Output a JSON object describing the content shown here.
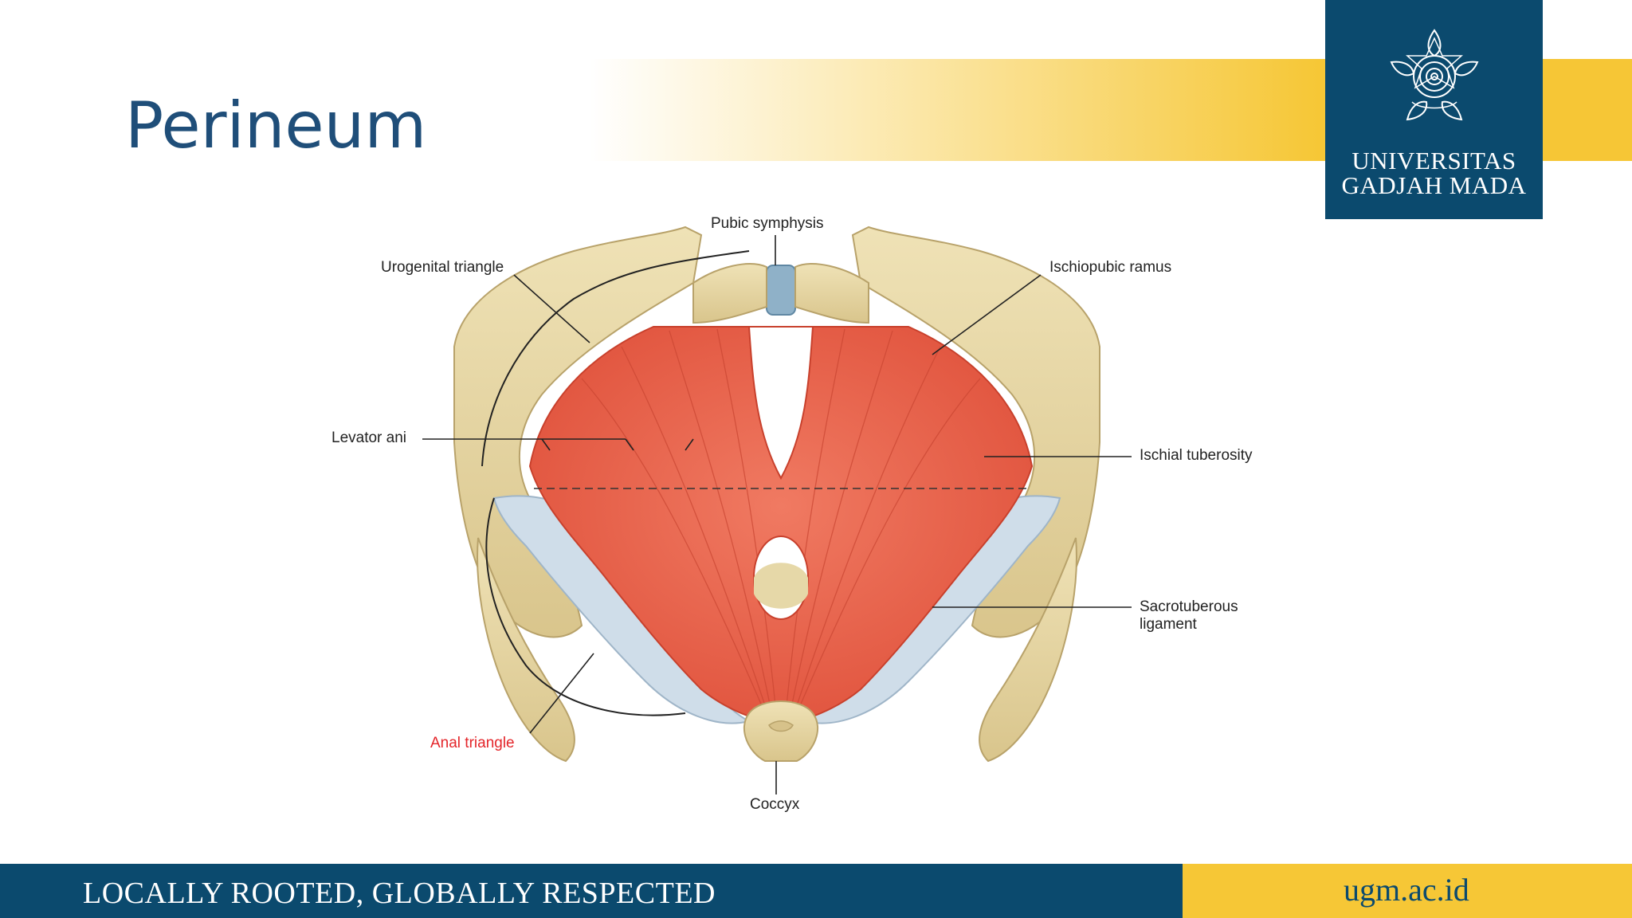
{
  "slide": {
    "title": "Perineum"
  },
  "logo": {
    "line1": "UNIVERSITAS",
    "line2": "GADJAH MADA",
    "emblem": "ugm-emblem-icon"
  },
  "figure": {
    "labels": {
      "pubic_symphysis": "Pubic symphysis",
      "urogenital_triangle": "Urogenital triangle",
      "ischiopubic_ramus": "Ischiopubic ramus",
      "levator_ani": "Levator ani",
      "ischial_tuberosity": "Ischial tuberosity",
      "sacrotuberous_line1": "Sacrotuberous",
      "sacrotuberous_line2": "ligament",
      "anal_triangle": "Anal triangle",
      "coccyx": "Coccyx"
    }
  },
  "footer": {
    "tagline": "LOCALLY ROOTED, GLOBALLY RESPECTED",
    "website": "ugm.ac.id"
  },
  "colors": {
    "navy": "#0b4a6e",
    "gold": "#f6c736",
    "title": "#1f4e79",
    "muscle": "#e9604b",
    "bone": "#e9d9a8",
    "ligament": "#cfdde9",
    "red_label": "#e4262b"
  }
}
